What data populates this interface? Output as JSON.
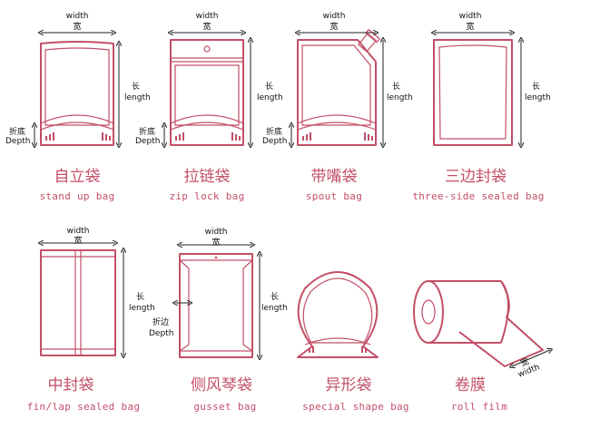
{
  "dimension_labels": {
    "width_en": "width",
    "width_cn": "宽",
    "length_en": "length",
    "length_cn": "长",
    "depth_en": "Depth",
    "depth_cn": "折底",
    "gusset_depth_cn": "折边"
  },
  "bags": [
    {
      "cn": "自立袋",
      "en": "stand up bag"
    },
    {
      "cn": "拉链袋",
      "en": "zip lock bag"
    },
    {
      "cn": "带嘴袋",
      "en": "spout bag"
    },
    {
      "cn": "三边封袋",
      "en": "three-side sealed bag"
    },
    {
      "cn": "中封袋",
      "en": "fin/lap sealed bag"
    },
    {
      "cn": "侧风琴袋",
      "en": "gusset bag"
    },
    {
      "cn": "异形袋",
      "en": "special shape bag"
    },
    {
      "cn": "卷膜",
      "en": "roll film"
    }
  ],
  "colors": {
    "accent": "#c24f67",
    "text": "#111111"
  }
}
